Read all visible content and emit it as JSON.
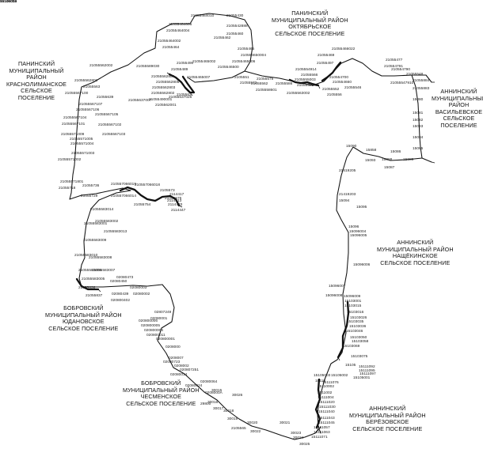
{
  "regions": [
    {
      "lines": [
        "ПАНИНСКИЙ",
        "МУНИЦИПАЛЬНЫЙ РАЙОН",
        "ОКТЯБРЬСКОЕ",
        "СЕЛЬСКОЕ ПОСЕЛЕНИЕ"
      ]
    },
    {
      "lines": [
        "ПАНИНСКИЙ",
        "МУНИЦИПАЛЬНЫЙ",
        "РАЙОН",
        "КРАСНОЛИМАНСКОЕ",
        "СЕЛЬСКОЕ",
        "ПОСЕЛЕНИЕ"
      ]
    },
    {
      "lines": [
        "АННИНСКИЙ",
        "МУНИЦИПАЛЬНЫЙ",
        "РАЙОН",
        "ВАСИЛЬЕВСКОЕ",
        "СЕЛЬСКОЕ",
        "ПОСЕЛЕНИЕ"
      ]
    },
    {
      "lines": [
        "АННИНСКИЙ",
        "МУНИЦИПАЛЬНЫЙ РАЙОН",
        "НАЩЁКИНСКОЕ",
        "СЕЛЬСКОЕ ПОСЕЛЕНИЕ"
      ]
    },
    {
      "lines": [
        "БОБРОВСКИЙ",
        "МУНИЦИПАЛЬНЫЙ РАЙОН",
        "ЮДАНОВСКОЕ",
        "СЕЛЬСКОЕ ПОСЕЛЕНИЕ"
      ]
    },
    {
      "lines": [
        "БОБРОВСКИЙ",
        "МУНИЦИПАЛЬНЫЙ РАЙОН",
        "ЧЕСМЕНСКОЕ",
        "СЕЛЬСКОЕ ПОСЕЛЕНИЕ"
      ]
    },
    {
      "lines": [
        "АННИНСКИЙ",
        "МУНИЦИПАЛЬНЫЙ РАЙОН",
        "БЕРЁЗОВСКОЕ",
        "СЕЛЬСКОЕ ПОСЕЛЕНИЕ"
      ]
    }
  ],
  "point_labels": [
    "21055464010",
    "21055430",
    "21055464006",
    "2105542888",
    "21055464004",
    "21055460",
    "21055462",
    "21055464002",
    "21055464",
    "21055465",
    "210554650004",
    "21055465006",
    "21055465002",
    "2105546500",
    "21055465007",
    "2105551",
    "21055572",
    "21055578",
    "21055562",
    "21055586",
    "2105558601",
    "21055563002",
    "21055466022",
    "21055469",
    "21055477",
    "21055497",
    "210554791",
    "2105554914",
    "21055566",
    "2105555003",
    "2105552102",
    "210554660",
    "21055552",
    "2105556",
    "21055548",
    "210554700",
    "210554790",
    "21055546",
    "21055547910",
    "21055562002",
    "21055490",
    "21055589030",
    "21055489",
    "21055562884",
    "21055562805",
    "21055562803",
    "21055562802",
    "21055490001",
    "2105562001",
    "2105562",
    "21055639",
    "21055637007",
    "21055637025",
    "21055562801",
    "21055563",
    "21055567100",
    "21055567107",
    "21055567106",
    "21055567105",
    "21055567104",
    "21055567102",
    "21055567101",
    "21055567103",
    "21055571009",
    "21055571005",
    "21055571004",
    "21055571003",
    "21055571002",
    "21055571801",
    "21055718",
    "21055736",
    "21055729",
    "210557066019",
    "210557066018",
    "210557066014",
    "2105573",
    "21055576",
    "2114417",
    "2114413",
    "2114433",
    "2114447",
    "21055754",
    "21055583014",
    "21055583002",
    "21055583001",
    "21055583009",
    "21055583013",
    "21055583010",
    "21055583008",
    "21055583006",
    "21055583007",
    "21055583005",
    "21055836",
    "21055837",
    "02080450",
    "02080473",
    "02080003",
    "02080439",
    "02080002",
    "020800402",
    "02807249",
    "020800006",
    "020800005",
    "020800004",
    "020800011",
    "020800001",
    "0208000",
    "0208007",
    "02080723",
    "0208002",
    "020807251",
    "02080014",
    "02080024",
    "02080001",
    "02080064",
    "0208000A",
    "30015",
    "30016",
    "30017",
    "30018",
    "30019",
    "30020",
    "30021",
    "30022",
    "30023",
    "30024",
    "30025",
    "30026",
    "29800",
    "2105565",
    "21055884",
    "21055883",
    "15080",
    "15081",
    "15082",
    "15083",
    "15084",
    "15085",
    "15086",
    "15087",
    "15088",
    "15089",
    "15090",
    "15858",
    "15093",
    "21419205",
    "21419203",
    "15094",
    "15095",
    "15096",
    "15096004",
    "15096005",
    "15096006",
    "15096007",
    "15096008",
    "15096009",
    "15103001",
    "15103015",
    "15103016",
    "15103026",
    "15103035",
    "15103036",
    "15103046",
    "15103050",
    "15103058",
    "15103069",
    "15103075",
    "15105",
    "15105001",
    "15105002",
    "15105003",
    "15110",
    "15110002",
    "1511002",
    "15111004",
    "15111020",
    "15111030",
    "15111040",
    "15111043",
    "15111045",
    "15111057",
    "15111063",
    "15111071",
    "15111076",
    "15111092",
    "15111095",
    "15111097",
    "81146005",
    "15105012",
    "15105013",
    "15105016"
  ],
  "legend": []
}
